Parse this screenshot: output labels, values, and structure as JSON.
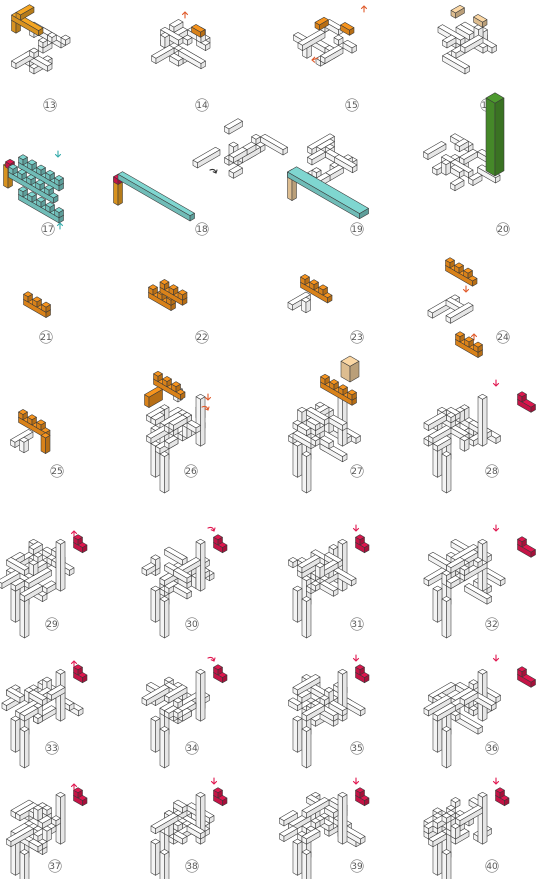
{
  "colors": {
    "outline": "#3a3a3a",
    "face_top": "#ffffff",
    "face_left": "#f4f4f4",
    "face_right": "#e6e6e6",
    "yellow": "#f5a623",
    "orange": "#f7941d",
    "teal": "#7fd6d0",
    "green": "#4e9a2f",
    "red": "#e0164f",
    "peach": "#fbd7a4"
  },
  "steps": [
    {
      "label": "13",
      "accent": "yellow"
    },
    {
      "label": "14",
      "accent": "orange"
    },
    {
      "label": "15",
      "accent": "orange"
    },
    {
      "label": "16",
      "accent": "peach"
    },
    {
      "label": "17",
      "accent": "teal"
    },
    {
      "label": "18",
      "accent": "teal"
    },
    {
      "label": "19",
      "accent": "teal"
    },
    {
      "label": "20",
      "accent": "green"
    },
    {
      "label": "21",
      "accent": "orange"
    },
    {
      "label": "22",
      "accent": "orange"
    },
    {
      "label": "23",
      "accent": "orange"
    },
    {
      "label": "24",
      "accent": "orange"
    },
    {
      "label": "25",
      "accent": "orange"
    },
    {
      "label": "26",
      "accent": "orange"
    },
    {
      "label": "27",
      "accent": "orange"
    },
    {
      "label": "28",
      "accent": "red"
    },
    {
      "label": "29",
      "accent": "red"
    },
    {
      "label": "30",
      "accent": "red"
    },
    {
      "label": "31",
      "accent": "red"
    },
    {
      "label": "32",
      "accent": "red"
    },
    {
      "label": "33",
      "accent": "red"
    },
    {
      "label": "34",
      "accent": "red"
    },
    {
      "label": "35",
      "accent": "red"
    },
    {
      "label": "36",
      "accent": "red"
    },
    {
      "label": "37",
      "accent": "red"
    },
    {
      "label": "38",
      "accent": "red"
    },
    {
      "label": "39",
      "accent": "red"
    },
    {
      "label": "40",
      "accent": "red"
    }
  ]
}
